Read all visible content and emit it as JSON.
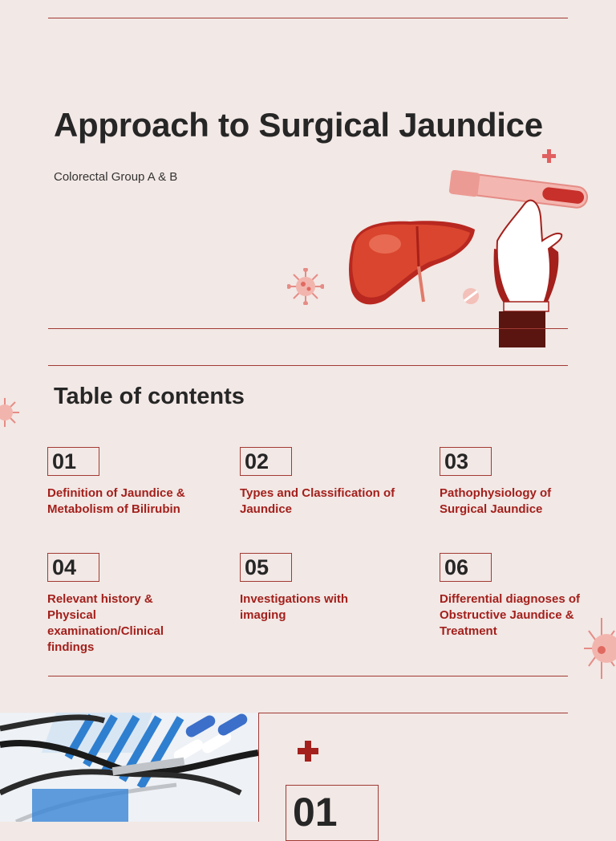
{
  "slide1": {
    "title": "Approach to Surgical Jaundice",
    "subtitle": "Colorectal Group A & B"
  },
  "toc": {
    "title": "Table of contents",
    "items": [
      {
        "num": "01",
        "text": "Definition of Jaundice & Metabolism of Bilirubin"
      },
      {
        "num": "02",
        "text": "Types and Classification of Jaundice"
      },
      {
        "num": "03",
        "text": "Pathophysiology of Surgical Jaundice"
      },
      {
        "num": "04",
        "text": "Relevant history & Physical examination/Clinical findings"
      },
      {
        "num": "05",
        "text": "Investigations with imaging"
      },
      {
        "num": "06",
        "text": "Differential diagnoses of Obstructive Jaundice & Treatment"
      }
    ]
  },
  "section": {
    "num": "01"
  },
  "colors": {
    "accent": "#a13a34",
    "text_red": "#a3201c",
    "background": "#f2e8e5",
    "liver": "#d9452e"
  },
  "icons": [
    "liver-icon",
    "test-tube-icon",
    "gloved-hand-icon",
    "virus-icon",
    "pill-icon",
    "medical-cross-icon",
    "stethoscope-photo"
  ]
}
